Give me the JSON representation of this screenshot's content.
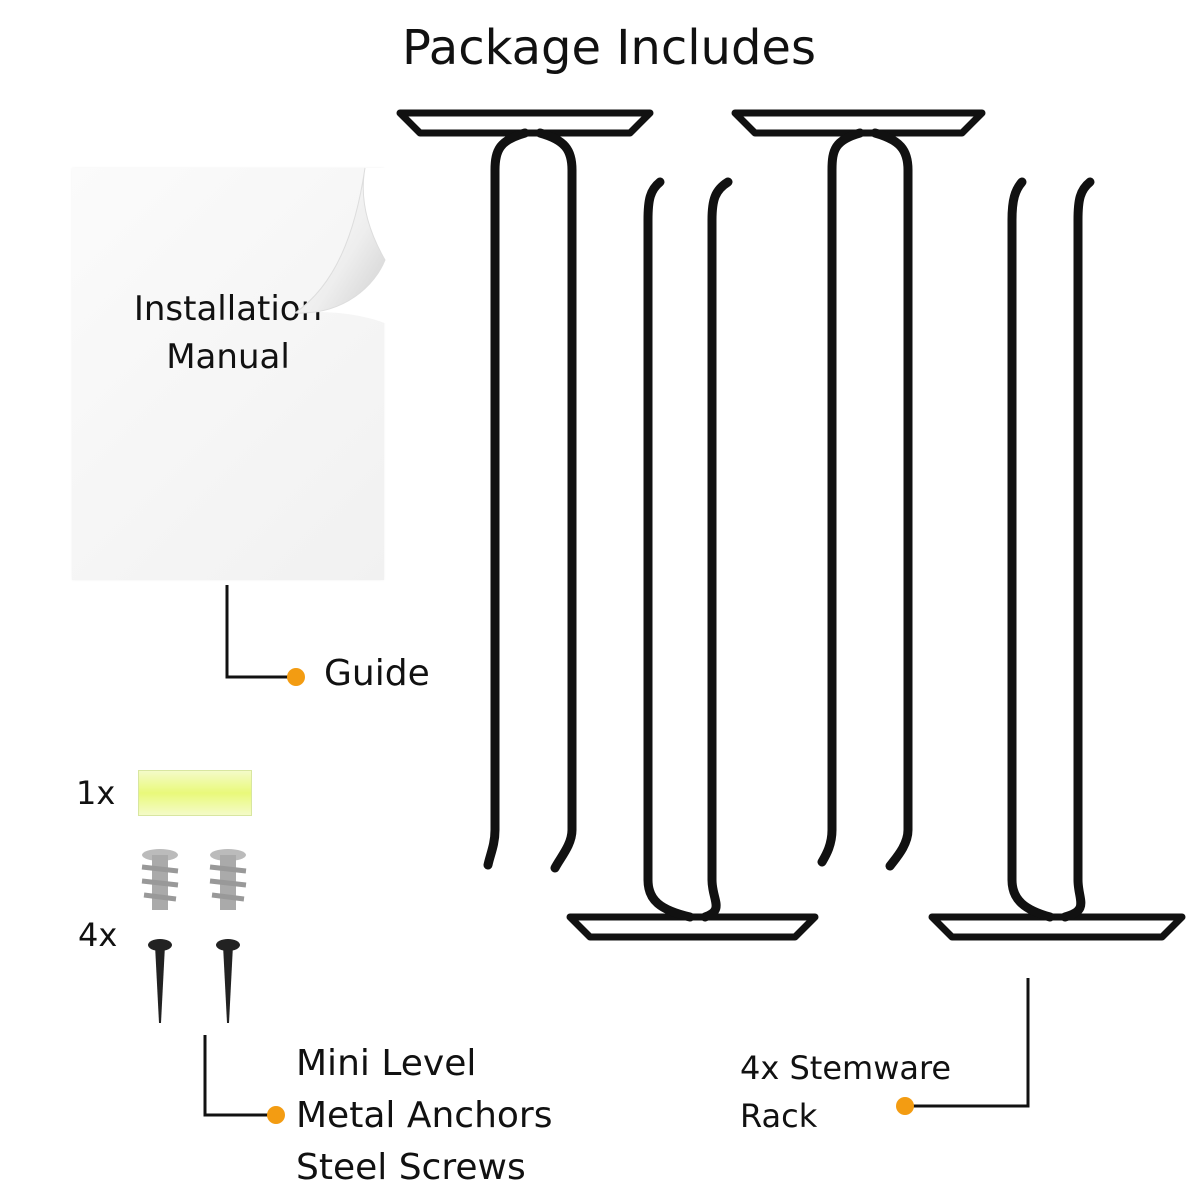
{
  "title": "Package Includes",
  "manual": {
    "line1": "Installation",
    "line2": "Manual"
  },
  "guide_label": "Guide",
  "level_qty": "1x",
  "fastener_qty": "4x",
  "hardware_labels": [
    "Mini Level",
    "Metal Anchors",
    "Steel Screws"
  ],
  "rack_label": {
    "line1": "4x Stemware",
    "line2": "Rack"
  },
  "colors": {
    "accent": "#f39c12",
    "rack": "#111111",
    "level": "#e9f97a"
  }
}
